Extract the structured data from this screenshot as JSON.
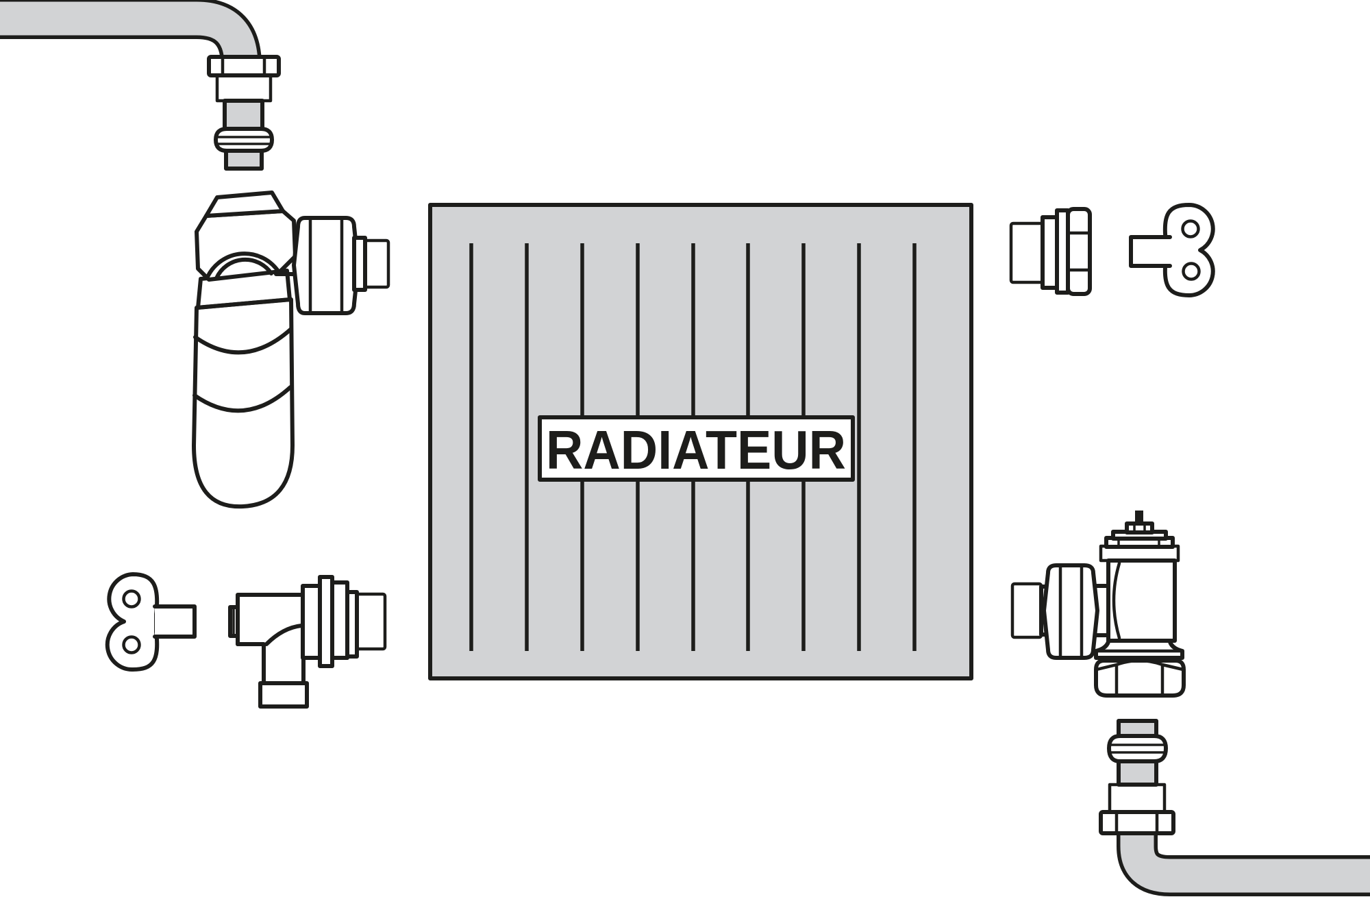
{
  "diagram": {
    "label": "RADIATEUR",
    "description": "Exploded diagram of a radiator installation showing pipes, compression fittings, valves and bleed keys"
  },
  "colors": {
    "line": "#1d1d1b",
    "pipe_fill": "#d2d3d5",
    "white": "#ffffff",
    "background": "#ffffff"
  },
  "components": {
    "supply_pipe": "supply pipe",
    "supply_fitting": "compression fitting with nut, thread and olive",
    "thermostatic_valve": "angled thermostatic radiator valve with union tail",
    "radiator": "radiator",
    "bleed_plug": "bleed plug",
    "bleed_key": "radiator bleed key",
    "drain_key": "radiator drain key",
    "drain_valve": "angled drain valve with flange and threaded tail",
    "lockshield_valve": "angle lockshield return valve",
    "return_pipe": "return pipe",
    "return_fitting": "compression fitting with olive, thread and nut"
  }
}
